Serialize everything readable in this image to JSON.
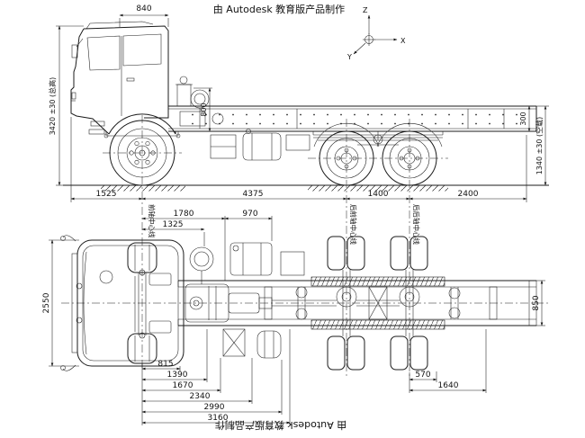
{
  "titles": {
    "top": "由 Autodesk 教育版产品制作",
    "bottom": "由 Autodesk 教育版产品制作"
  },
  "axes": {
    "x": "X",
    "y": "Y",
    "z": "Z"
  },
  "side_view": {
    "dim_840": "840",
    "dim_800": "800",
    "dim_overall_height": "3420 ±30 (总高)",
    "dim_frame_height": "1340 ±30 (空载)",
    "dim_300": "300",
    "dim_1525": "1525",
    "dim_4375": "4375",
    "dim_1400": "1400",
    "dim_2400": "2400"
  },
  "centerlines": {
    "front_axle": "前轴中心线",
    "rear_front_axle": "后前轴中心线",
    "rear_rear_axle": "后后轴中心线"
  },
  "plan_view": {
    "dim_1780": "1780",
    "dim_1325": "1325",
    "dim_970": "970",
    "dim_2550": "2550",
    "dim_850": "850",
    "dim_815": "815",
    "dim_1390": "1390",
    "dim_1670": "1670",
    "dim_2340": "2340",
    "dim_2990": "2990",
    "dim_3160": "3160",
    "dim_570": "570",
    "dim_1640": "1640"
  },
  "colors": {
    "line": "#1b1b1b",
    "background": "#ffffff"
  }
}
